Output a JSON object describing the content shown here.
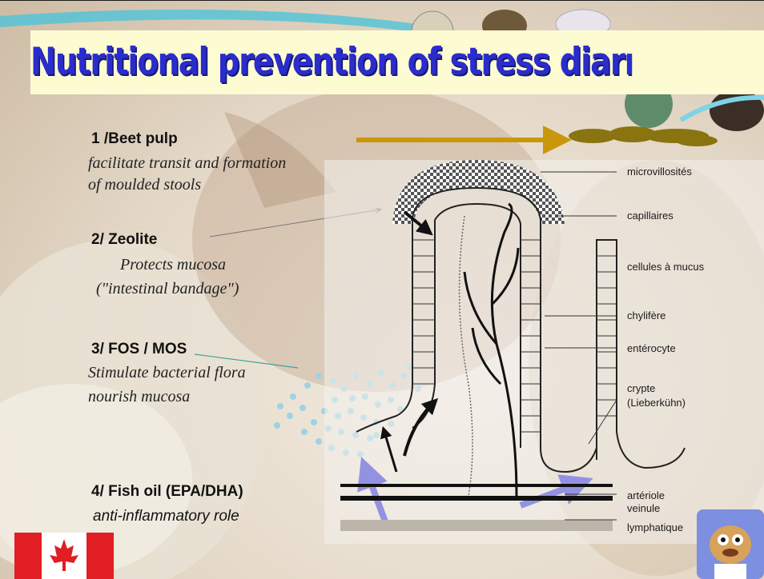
{
  "title": "Nutritional prevention of stress diarrhea",
  "sections": [
    {
      "number_label": "1 /Beet pulp",
      "description": [
        "facilitate transit and formation",
        "of moulded stools"
      ]
    },
    {
      "number_label": "2/ Zeolite",
      "description": [
        "Protects mucosa",
        "(\"intestinal bandage\")"
      ]
    },
    {
      "number_label": "3/ FOS / MOS",
      "description": [
        "Stimulate bacterial flora",
        "nourish mucosa"
      ]
    },
    {
      "number_label": "4/ Fish oil (EPA/DHA)",
      "description": [
        "anti-inflammatory role"
      ]
    }
  ],
  "diagram_labels": {
    "microvillosites": "microvillosités",
    "capillaires": "capillaires",
    "cellules_mucus": "cellules à mucus",
    "chylifere": "chylifère",
    "enterocyte": "entérocyte",
    "crypte": "crypte",
    "lieberkuhn": "(Lieberkühn)",
    "arteriole": "artériole",
    "veinule": "veinule",
    "lymphatique": "lymphatique"
  },
  "colors": {
    "title_text": "#2a2ccc",
    "title_background": "#fdfbd2",
    "beet_arrow": "#c8970c",
    "stool": "#8a7410",
    "blue_arrow": "#1f1fd6",
    "bacteria_dots": "#9ed3e3",
    "teal_line": "#3aa39a"
  }
}
